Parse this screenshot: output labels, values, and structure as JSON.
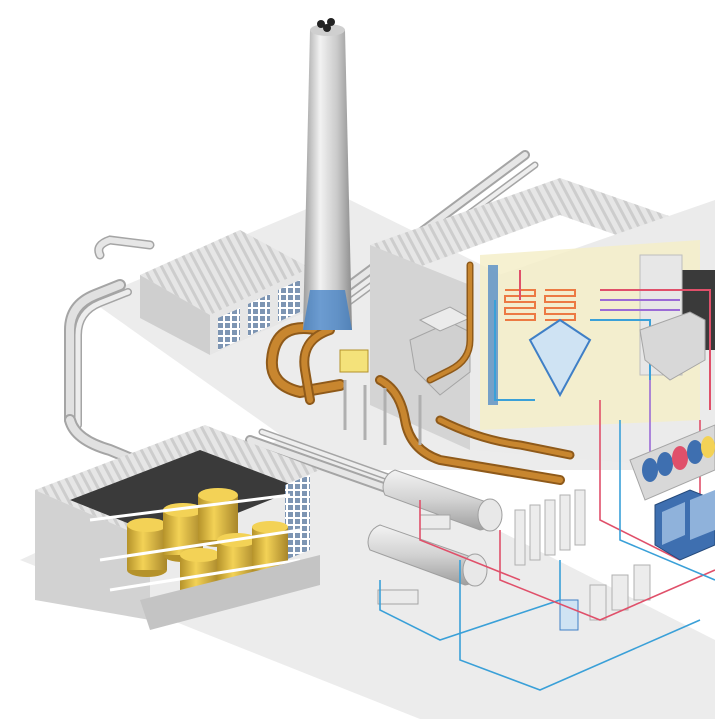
{
  "scene": {
    "subject": "isometric-industrial-power-plant",
    "colors": {
      "background": "#ffffff",
      "ground_shadow": "#e9e9e9",
      "building_light": "#e4e4e4",
      "building_mid": "#cfcfcf",
      "building_dark": "#a9a9a9",
      "roof_stripe": "#bdbdbd",
      "window_blue": "#7d95b3",
      "pipe_grey": "#d5d5d5",
      "pipe_grey_dark": "#9c9c9c",
      "copper_pipe": "#c8862f",
      "copper_pipe_dark": "#8f5a1a",
      "tank_yellow": "#e6c23a",
      "tank_yellow_dark": "#b5922a",
      "boiler_cream": "#f4efc9",
      "accent_blue": "#3f7fc6",
      "line_red": "#e0506a",
      "line_blue": "#3aa0d8",
      "line_purple": "#9b6bd6",
      "heat_orange": "#ec7a43",
      "turbine_blue": "#3e6fb0",
      "chimney_light": "#dcdcdc",
      "chimney_dark": "#9a9a9a"
    },
    "objects": [
      "chimney",
      "boiler-house",
      "control-building",
      "tank-hall",
      "horizontal-tanks",
      "turbine-generators",
      "pipe-network"
    ]
  }
}
